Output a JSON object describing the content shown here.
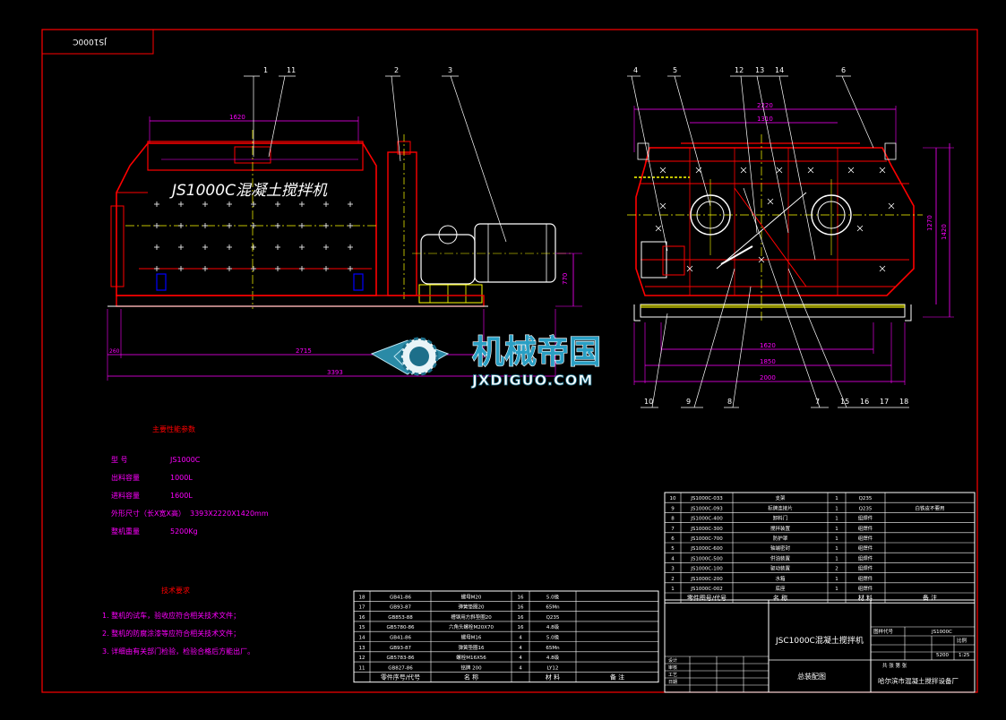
{
  "drawing_number": "JS1000C",
  "machine_title": "JS1000C混凝土搅拌机",
  "balloons_front": [
    "1",
    "11",
    "2",
    "3"
  ],
  "balloons_side_top": [
    "4",
    "5",
    "12",
    "13",
    "14",
    "6"
  ],
  "balloons_side_bottom": [
    "10",
    "9",
    "8",
    "7",
    "15",
    "16",
    "17",
    "18"
  ],
  "dims_front": {
    "top": "1620",
    "bottom1": "2715",
    "bottom2": "3393",
    "left": "260",
    "height": "770"
  },
  "dims_side": {
    "top1": "2220",
    "top2": "1310",
    "bottom1": "1620",
    "bottom2": "1850",
    "bottom3": "2000",
    "right1": "1270",
    "right2": "1420"
  },
  "specs": {
    "heading": "主要性能参数",
    "rows": [
      {
        "label": "型    号",
        "value": "JS1000C"
      },
      {
        "label": "出料容量",
        "value": "1000L"
      },
      {
        "label": "进料容量",
        "value": "1600L"
      },
      {
        "label": "外形尺寸（长X宽X高）",
        "value": "3393X2220X1420mm"
      },
      {
        "label": "整机重量",
        "value": "5200Kg"
      }
    ]
  },
  "tech": {
    "heading": "技术要求",
    "items": [
      "1. 整机的试车，验收应符合相关技术文件；",
      "2. 整机的防腐涂漆等应符合相关技术文件；",
      "3. 详细由有关部门检验，检验合格后方能出厂。"
    ]
  },
  "parts_left": [
    {
      "no": "18",
      "code": "GB41-86",
      "name": "螺母M20",
      "qty": "16",
      "mat": "5.0级",
      "note": ""
    },
    {
      "no": "17",
      "code": "GB93-87",
      "name": "弹簧垫圈20",
      "qty": "16",
      "mat": "65Mn",
      "note": ""
    },
    {
      "no": "16",
      "code": "GB853-88",
      "name": "槽钢用方斜垫圈20",
      "qty": "16",
      "mat": "Q235",
      "note": ""
    },
    {
      "no": "15",
      "code": "GB5780-86",
      "name": "六角头螺栓M20X70",
      "qty": "16",
      "mat": "4.8级",
      "note": ""
    },
    {
      "no": "14",
      "code": "GB41-86",
      "name": "螺母M16",
      "qty": "4",
      "mat": "5.0级",
      "note": ""
    },
    {
      "no": "13",
      "code": "GB93-87",
      "name": "弹簧垫圈16",
      "qty": "4",
      "mat": "65Mn",
      "note": ""
    },
    {
      "no": "12",
      "code": "GB5783-86",
      "name": "螺栓M16X56",
      "qty": "4",
      "mat": "4.8级",
      "note": ""
    },
    {
      "no": "11",
      "code": "GB827-86",
      "name": "铭牌 200",
      "qty": "4",
      "mat": "LY12",
      "note": ""
    }
  ],
  "parts_left_header": {
    "no": "",
    "code": "零件序号/代号",
    "name": "名 称",
    "qty": "",
    "mat": "材 料",
    "note": "备 注"
  },
  "parts_right": [
    {
      "no": "10",
      "code": "JS1000C-033",
      "name": "支架",
      "qty": "1",
      "mat": "Q235",
      "note": ""
    },
    {
      "no": "9",
      "code": "JS1000C-093",
      "name": "标牌连接片",
      "qty": "1",
      "mat": "Q235",
      "note": "白铁皮不要用"
    },
    {
      "no": "8",
      "code": "JS1000C-400",
      "name": "卸料门",
      "qty": "1",
      "mat": "组焊件",
      "note": ""
    },
    {
      "no": "7",
      "code": "JS1000C-300",
      "name": "搅拌装置",
      "qty": "1",
      "mat": "组焊件",
      "note": ""
    },
    {
      "no": "6",
      "code": "JS1000C-700",
      "name": "防护罩",
      "qty": "1",
      "mat": "组焊件",
      "note": ""
    },
    {
      "no": "5",
      "code": "JS1000C-600",
      "name": "轴端密封",
      "qty": "1",
      "mat": "组焊件",
      "note": ""
    },
    {
      "no": "4",
      "code": "JS1000C-500",
      "name": "供油装置",
      "qty": "1",
      "mat": "组焊件",
      "note": ""
    },
    {
      "no": "3",
      "code": "JS1000C-100",
      "name": "驱动装置",
      "qty": "2",
      "mat": "组焊件",
      "note": ""
    },
    {
      "no": "2",
      "code": "JS1000C-200",
      "name": "水箱",
      "qty": "1",
      "mat": "组焊件",
      "note": ""
    },
    {
      "no": "1",
      "code": "JS1000C-002",
      "name": "底座",
      "qty": "1",
      "mat": "组焊件",
      "note": ""
    }
  ],
  "parts_right_header": {
    "no": "",
    "code": "零件图号/代号",
    "name": "名 称",
    "qty": "",
    "mat": "材 料",
    "note": "备 注"
  },
  "title_block": {
    "name": "JSC1000C混凝土搅拌机",
    "drawing_type": "总装配图",
    "company": "哈尔滨市混凝土搅拌设备厂",
    "design": "设计",
    "check": "审核",
    "process": "工艺",
    "date": "日期",
    "scale_label": "比例",
    "scale": "1:25",
    "weight": "5200",
    "sheet": "共   张  第   张",
    "code_label": "图样代号",
    "code": "JS1000C"
  },
  "watermark": {
    "brand": "机械帝国",
    "site": "JXDIGUO.COM"
  },
  "colors": {
    "frame": "#ff0000",
    "dimension": "#ff00ff",
    "body": "#ff0000",
    "line": "#ffffff",
    "center": "#ffff00",
    "leader": "#ffffff",
    "green": "#00ff00",
    "blue": "#0000ff"
  }
}
